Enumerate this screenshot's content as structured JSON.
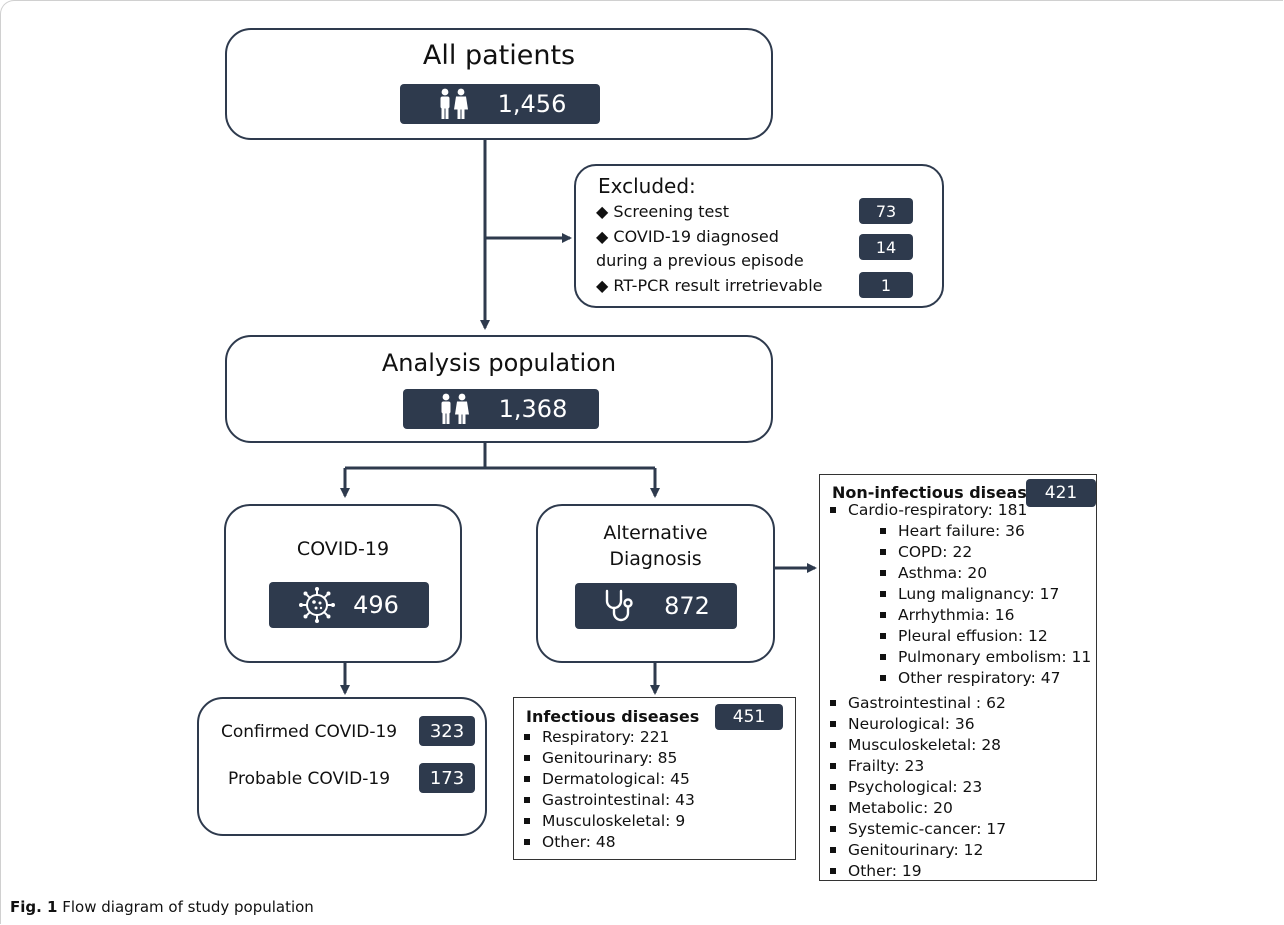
{
  "all_patients": {
    "title": "All patients",
    "count": "1,456",
    "icon": "people-icon"
  },
  "excluded": {
    "title": "Excluded:",
    "items": [
      {
        "label": "Screening test",
        "count": "73"
      },
      {
        "label": "COVID-19 diagnosed",
        "label2": "during a previous episode",
        "count": "14"
      },
      {
        "label": "RT-PCR result irretrievable",
        "count": "1"
      }
    ],
    "marker": "◆"
  },
  "analysis": {
    "title": "Analysis population",
    "count": "1,368",
    "icon": "people-icon"
  },
  "covid": {
    "title": "COVID-19",
    "count": "496",
    "icon": "virus-icon"
  },
  "alternative": {
    "title_line1": "Alternative",
    "title_line2": "Diagnosis",
    "count": "872",
    "icon": "stethoscope-icon"
  },
  "covid_breakdown": {
    "rows": [
      {
        "label": "Confirmed COVID-19",
        "count": "323"
      },
      {
        "label": "Probable COVID-19",
        "count": "173"
      }
    ]
  },
  "infectious": {
    "title": "Infectious diseases",
    "count": "451",
    "items": [
      "Respiratory: 221",
      "Genitourinary: 85",
      "Dermatological: 45",
      "Gastrointestinal: 43",
      "Musculoskeletal: 9",
      "Other: 48"
    ]
  },
  "non_infectious": {
    "title": "Non-infectious diseases",
    "count": "421",
    "top_item": "Cardio-respiratory: 181",
    "sub_items": [
      "Heart failure: 36",
      "COPD: 22",
      "Asthma: 20",
      "Lung malignancy: 17",
      "Arrhythmia: 16",
      "Pleural effusion: 12",
      "Pulmonary embolism: 11",
      "Other respiratory: 47"
    ],
    "items": [
      "Gastrointestinal : 62",
      "Neurological: 36",
      "Musculoskeletal: 28",
      "Frailty: 23",
      "Psychological: 23",
      "Metabolic: 20",
      "Systemic-cancer: 17",
      "Genitourinary: 12",
      "Other: 19"
    ]
  },
  "caption": {
    "label": "Fig. 1",
    "text": " Flow diagram of study population"
  },
  "colors": {
    "dark": "#2e3a4d"
  }
}
